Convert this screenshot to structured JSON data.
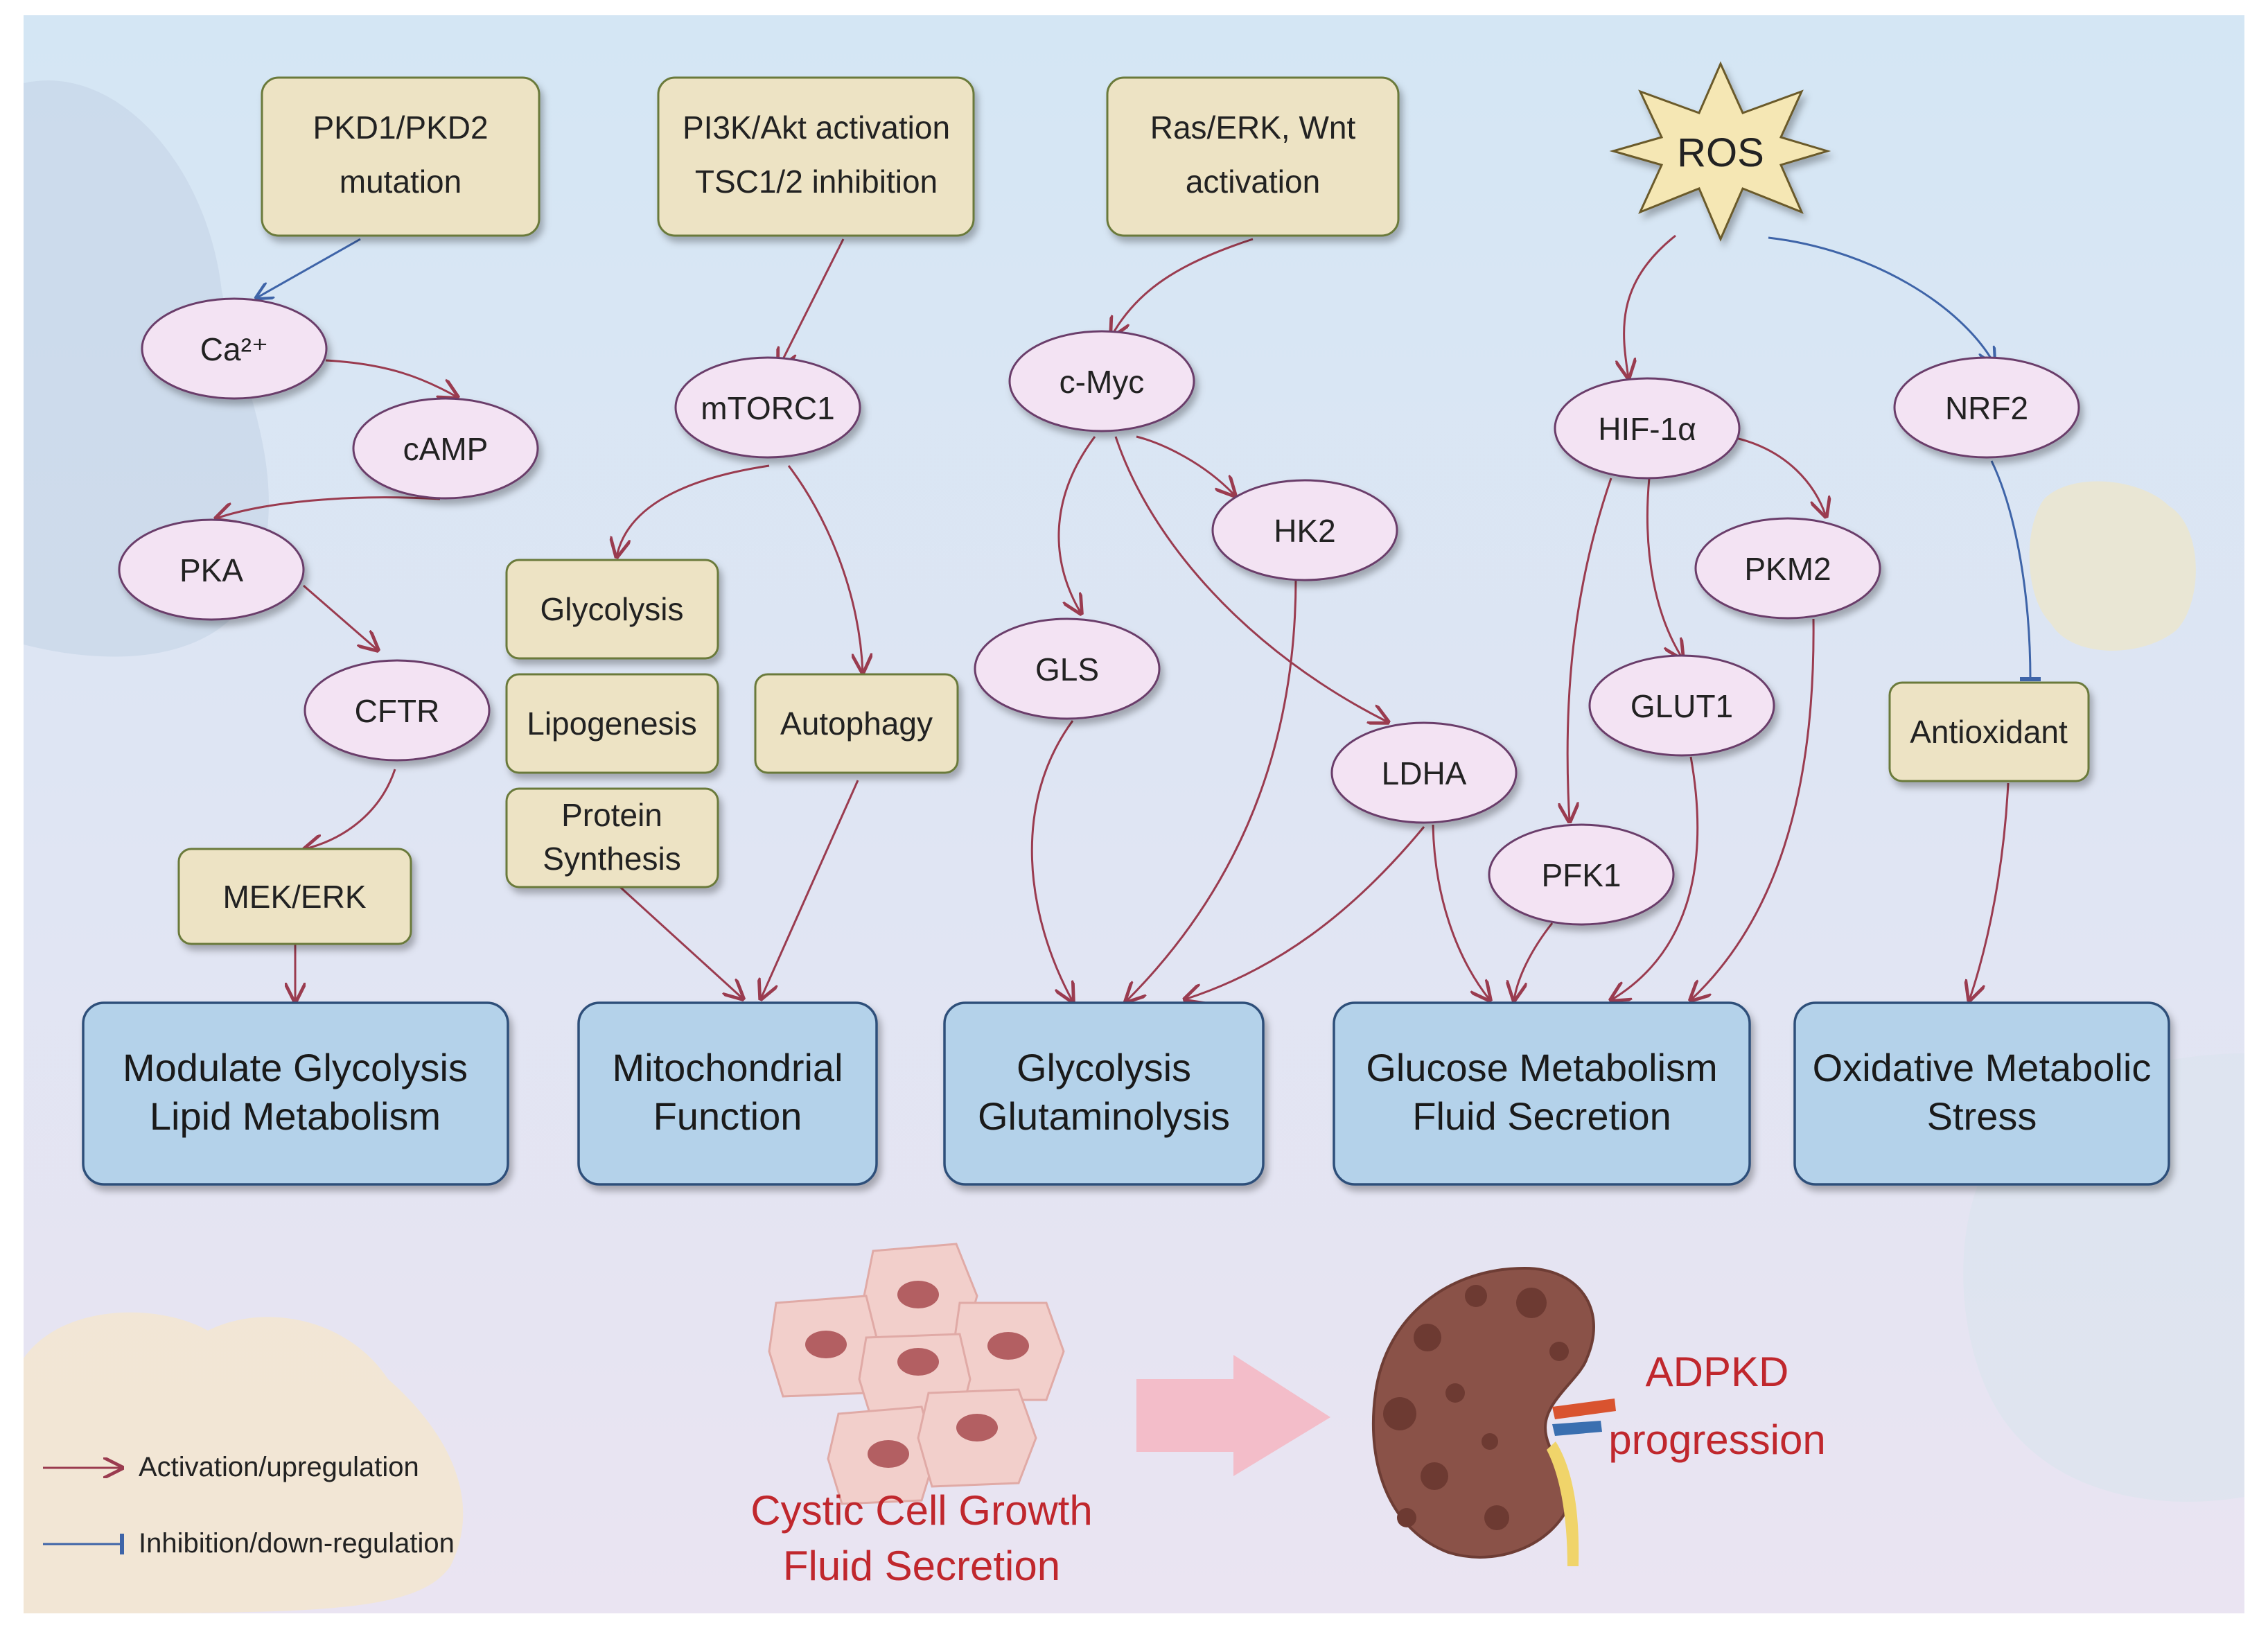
{
  "colors": {
    "activation": "#9a3b4f",
    "inhibition": "#3e64a8",
    "box_fill": "#ede3c4",
    "box_stroke": "#6b7a3a",
    "ellipse_fill": "#f3e3f3",
    "ellipse_stroke": "#6a3d6a",
    "outcome_fill": "#b4d2ea",
    "outcome_stroke": "#2f4f7a",
    "ros_fill": "#f5e7b4",
    "emphasis_text": "#c0272d",
    "bg_top": "#d4e6f4",
    "bg_bottom": "#eae4f2"
  },
  "inputs": {
    "pkd": [
      "PKD1/PKD2",
      "mutation"
    ],
    "pi3k": [
      "PI3K/Akt activation",
      "TSC1/2 inhibition"
    ],
    "ras": [
      "Ras/ERK, Wnt",
      "activation"
    ],
    "ros": "ROS"
  },
  "nodes": {
    "ca": "Ca²⁺",
    "camp": "cAMP",
    "pka": "PKA",
    "cftr": "CFTR",
    "mek": "MEK/ERK",
    "mtorc1": "mTORC1",
    "glycolysis": "Glycolysis",
    "lipogenesis": "Lipogenesis",
    "protein": [
      "Protein",
      "Synthesis"
    ],
    "autophagy": "Autophagy",
    "cmyc": "c-Myc",
    "hk2": "HK2",
    "gls": "GLS",
    "ldha": "LDHA",
    "hif": "HIF-1α",
    "glut1": "GLUT1",
    "pfk1": "PFK1",
    "pkm2": "PKM2",
    "nrf2": "NRF2",
    "antioxidant": "Antioxidant"
  },
  "outcomes": {
    "o1": [
      "Modulate Glycolysis",
      "Lipid Metabolism"
    ],
    "o2": [
      "Mitochondrial",
      "Function"
    ],
    "o3": [
      "Glycolysis",
      "Glutaminolysis"
    ],
    "o4": [
      "Glucose Metabolism",
      "Fluid Secretion"
    ],
    "o5": [
      "Oxidative Metabolic",
      "Stress"
    ]
  },
  "bottom": {
    "cells": [
      "Cystic Cell Growth",
      "Fluid Secretion"
    ],
    "adpkd": [
      "ADPKD",
      "progression"
    ]
  },
  "legend": {
    "activation": "Activation/upregulation",
    "inhibition": "Inhibition/down-regulation"
  }
}
